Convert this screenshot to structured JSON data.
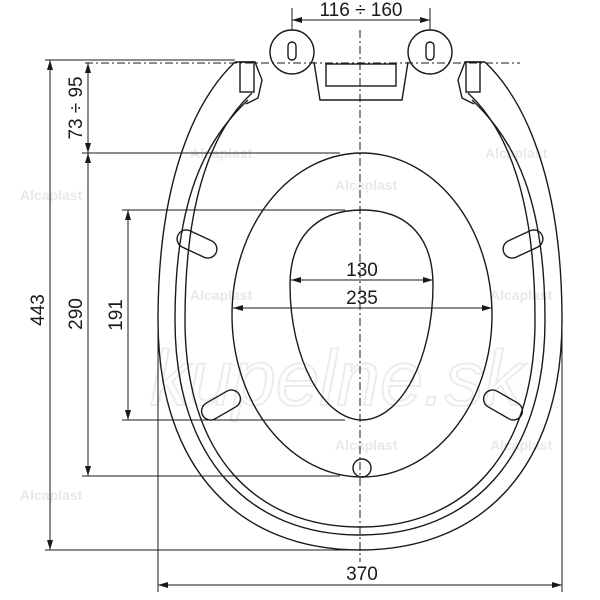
{
  "dimensions": {
    "hinge_spacing": "116 ÷ 160",
    "hinge_offset": "73 ÷ 95",
    "total_length": "443",
    "inner_length": "290",
    "hole_length": "191",
    "hole_width": "130",
    "inner_width": "235",
    "total_width": "370"
  },
  "watermarks": {
    "brand": "Alcaplast",
    "site": "kupelne.sk"
  }
}
